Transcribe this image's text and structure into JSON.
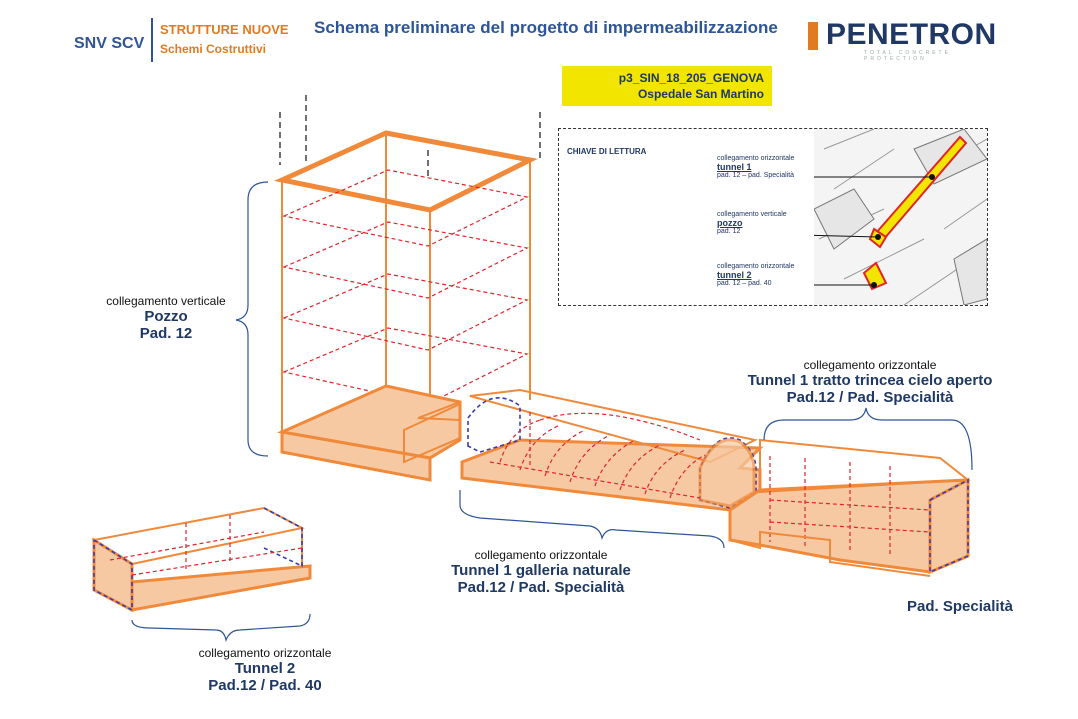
{
  "header": {
    "org": "SNV SCV",
    "brand_line1": "STRUTTURE NUOVE",
    "brand_line2": "Schemi Costruttivi",
    "title": "Schema preliminare del progetto di impermeabilizzazione",
    "logo_text": "PENETRON",
    "logo_sub": "TOTAL CONCRETE PROTECTION"
  },
  "project_tag": {
    "code": "p3_SIN_18_205_GENOVA",
    "site": "Ospedale San Martino"
  },
  "labels": {
    "pozzo": {
      "small": "collegamento verticale",
      "l1": "Pozzo",
      "l2": "Pad. 12"
    },
    "trincea": {
      "small": "collegamento orizzontale",
      "l1": "Tunnel 1 tratto trincea cielo aperto",
      "l2": "Pad.12 / Pad. Specialità"
    },
    "galleria": {
      "small": "collegamento orizzontale",
      "l1": "Tunnel 1 galleria naturale",
      "l2": "Pad.12 / Pad. Specialità"
    },
    "tunnel2": {
      "small": "collegamento orizzontale",
      "l1": "Tunnel 2",
      "l2": "Pad.12 / Pad. 40"
    },
    "specialita": "Pad. Specialità"
  },
  "key": {
    "title": "CHIAVE DI LETTURA",
    "items": [
      {
        "small": "collegamento orizzontale",
        "title": "tunnel 1",
        "sub": "pad. 12 – pad. Specialità"
      },
      {
        "small": "collegamento verticale",
        "title": "pozzo",
        "sub": "pad. 12"
      },
      {
        "small": "collegamento orizzontale",
        "title": "tunnel 2",
        "sub": "pad. 12 – pad. 40"
      }
    ]
  },
  "colors": {
    "orange": "#f08a3a",
    "fill": "#f7c9a3",
    "red_dash": "#e0242a",
    "blue_dash": "#3b3bb0",
    "navy": "#1f3864",
    "yellow": "#f2e500"
  }
}
